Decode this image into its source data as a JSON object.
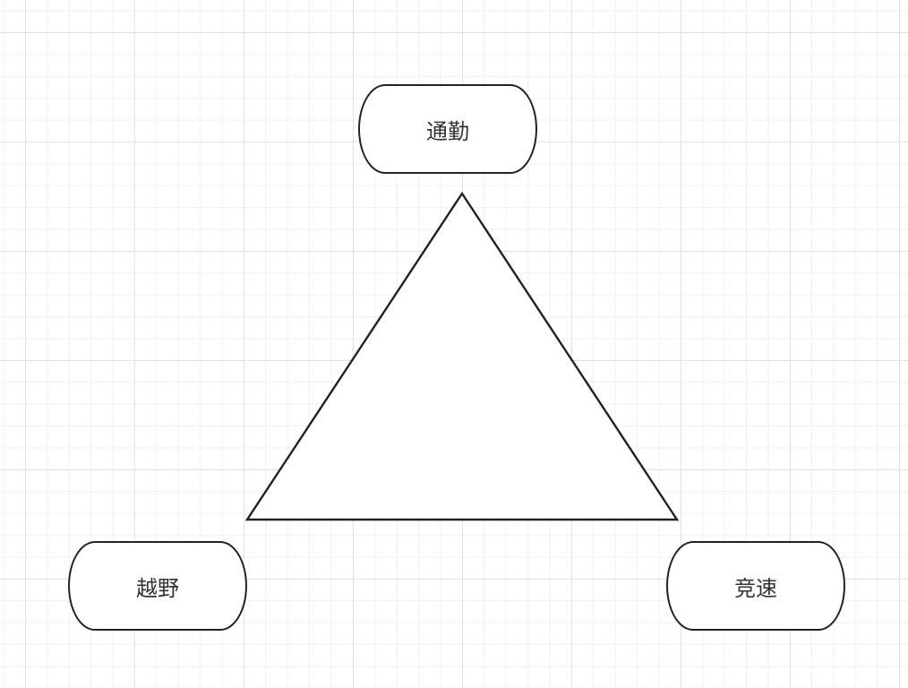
{
  "nodes": {
    "top": "通勤",
    "bottom_left": "越野",
    "bottom_right": "竞速"
  }
}
